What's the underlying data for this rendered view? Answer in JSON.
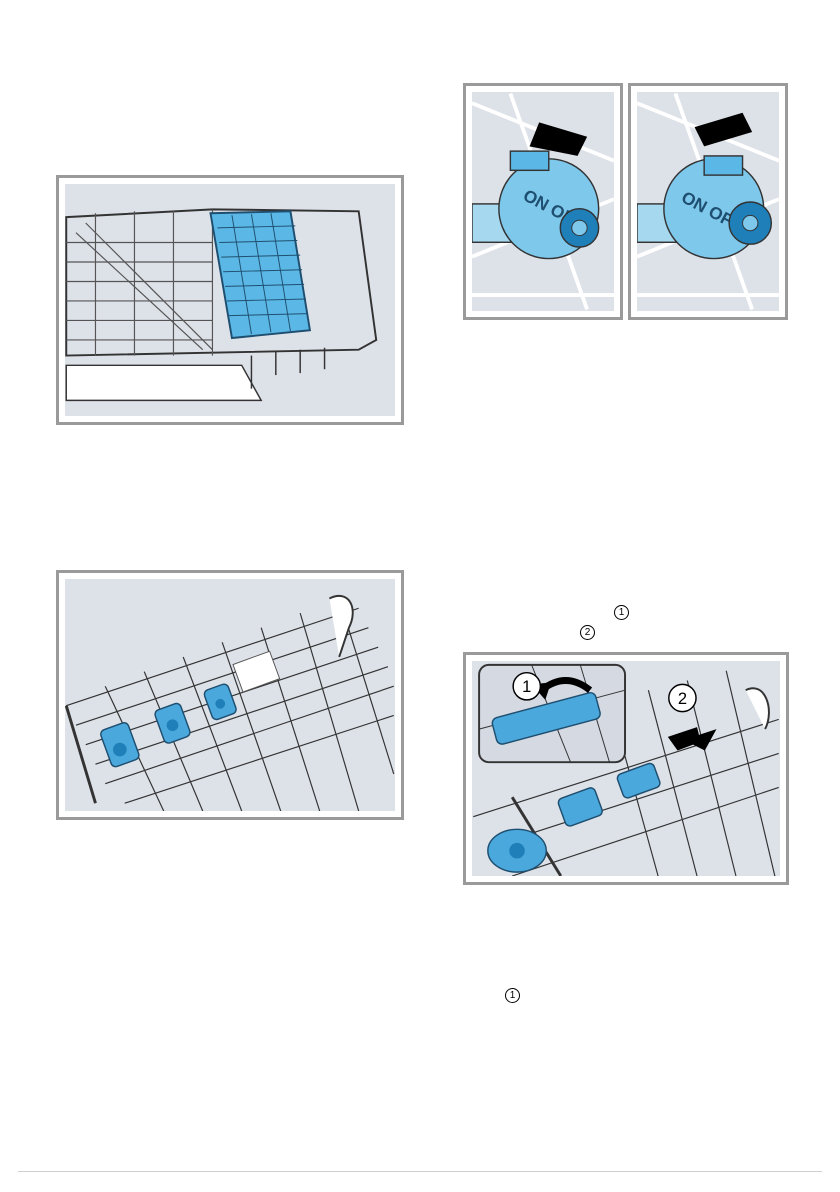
{
  "figures": {
    "switch": {
      "left_label": "ON OFF",
      "right_label": "ON OFF"
    },
    "basket_removal": {
      "step1": "1",
      "step2": "2"
    }
  },
  "text_refs": {
    "ref_a": "1",
    "ref_b": "2",
    "ref_c": "1"
  },
  "colors": {
    "accent_blue": "#5bb8e6",
    "dark_blue": "#1f7fb8",
    "panel_bg": "#dde1e8",
    "frame": "#9a9a9a"
  }
}
